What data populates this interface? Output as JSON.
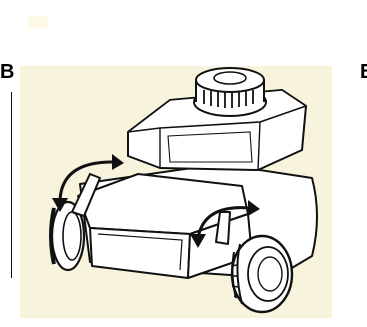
{
  "labels": {
    "left_section": "B",
    "right_section": "B"
  },
  "illustration": {
    "subject": "lawn-mower-wheel-height-adjustment",
    "background_color": "#f7f3dc",
    "outline_color": "#111111",
    "body_fill": "#ffffff"
  }
}
